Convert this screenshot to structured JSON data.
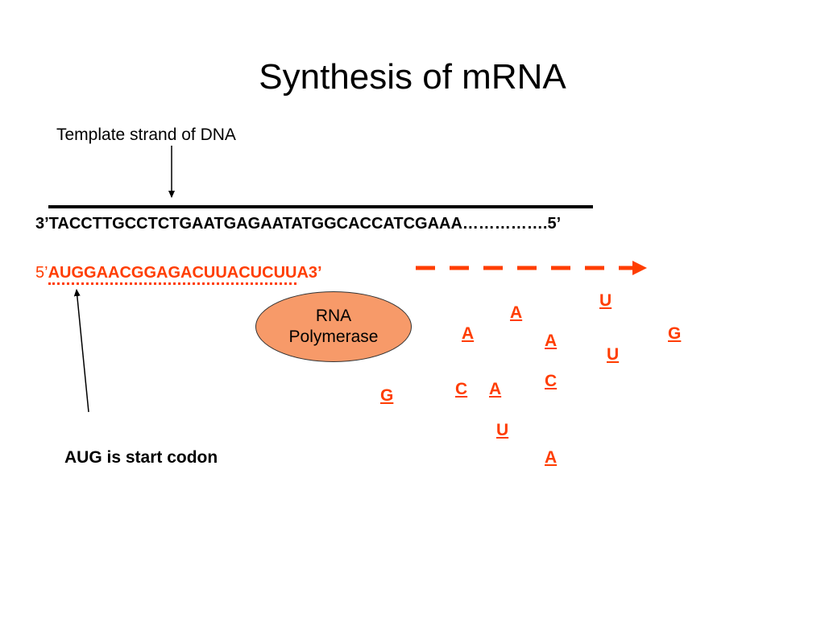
{
  "slide": {
    "title": "Synthesis of mRNA",
    "template_label": "Template strand of DNA",
    "dna_sequence": "3’TACCTTGCCTCTGAATGAGAATATGGCACCATCGAAA…………….5’",
    "mrna_prefix": "5’",
    "mrna_sequence": "AUGGAACGGAGACUUACUCUU",
    "mrna_suffix": "A3’",
    "polymerase_label": "RNA Polymerase",
    "start_codon_label": "AUG is start codon"
  },
  "free_nucleotides": [
    "U",
    "A",
    "A",
    "G",
    "A",
    "U",
    "C",
    "C",
    "A",
    "G",
    "U",
    "A"
  ],
  "colors": {
    "accent": "#ff3d00",
    "polymerase_fill": "#f79a69",
    "text": "#000000"
  }
}
